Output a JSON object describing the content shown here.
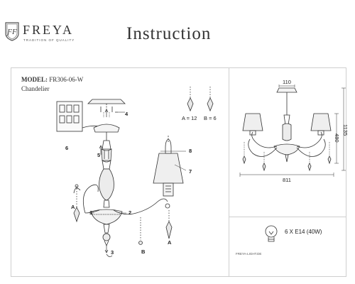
{
  "brand": {
    "name": "FREYA",
    "tagline": "TRADITION OF QUALITY",
    "monogram": "ƑF"
  },
  "title": "Instruction",
  "model": {
    "label": "MODEL:",
    "code": "FR306-06-W",
    "type": "Chandelier"
  },
  "assembly_labels": {
    "l1": "1",
    "l2": "2",
    "l3": "3",
    "l4": "4",
    "l5": "5",
    "l6": "6",
    "l7": "7",
    "l8": "8",
    "lA_left": "A",
    "lA_right": "A",
    "lB": "B"
  },
  "parts": {
    "a_count": "A = 12",
    "b_count": "B = 6"
  },
  "dimensions": {
    "top_width": "110",
    "body_height": "480",
    "total_height": "1135",
    "diameter": "811"
  },
  "bulb": {
    "spec": "6 X E14 (40W)"
  },
  "website": "FREYA-LIGHT.DE",
  "colors": {
    "line": "#333333",
    "frame": "#cfcfcf",
    "shade": "#efefef"
  }
}
